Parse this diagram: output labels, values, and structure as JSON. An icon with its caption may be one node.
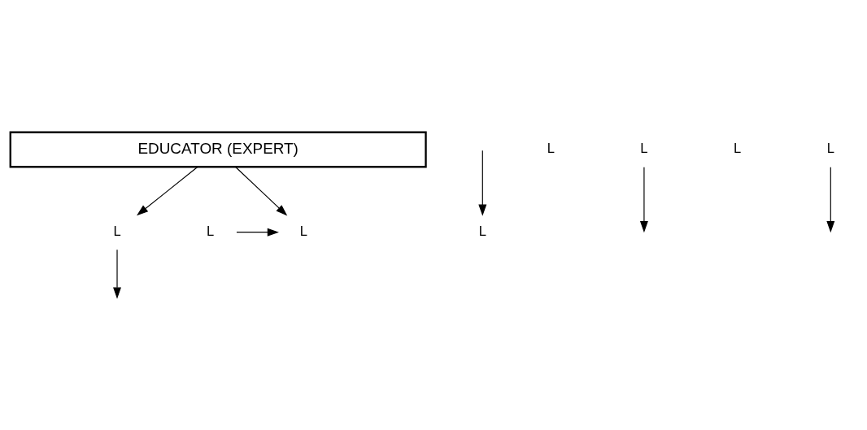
{
  "diagram": {
    "nodes": [
      {
        "text": [
          "EDUCATOR (EXPERT)"
        ]
      },
      {
        "text": [
          "L"
        ]
      },
      {
        "text": [
          "L"
        ]
      },
      {
        "text": [
          "L"
        ]
      },
      {
        "text": [
          "L"
        ]
      },
      {
        "text": [
          "L"
        ]
      },
      {
        "text": [
          "L"
        ]
      },
      {
        "text": [
          "L"
        ]
      },
      {
        "text": [
          "L"
        ]
      }
    ],
    "edges": [
      {
        "from": 0,
        "to": 2,
        "arrow": "to"
      },
      {
        "from": 0,
        "to": 3,
        "arrow": "to"
      },
      {
        "from": 1,
        "to": 2,
        "arrow": "to"
      },
      {
        "from": 3,
        "to": null,
        "arrow": "to"
      },
      {
        "from": null,
        "to": 4,
        "arrow": "to"
      },
      {
        "from": 8,
        "to": null,
        "arrow": "to"
      },
      {
        "from": 6,
        "to": null,
        "arrow": "to"
      }
    ]
  }
}
